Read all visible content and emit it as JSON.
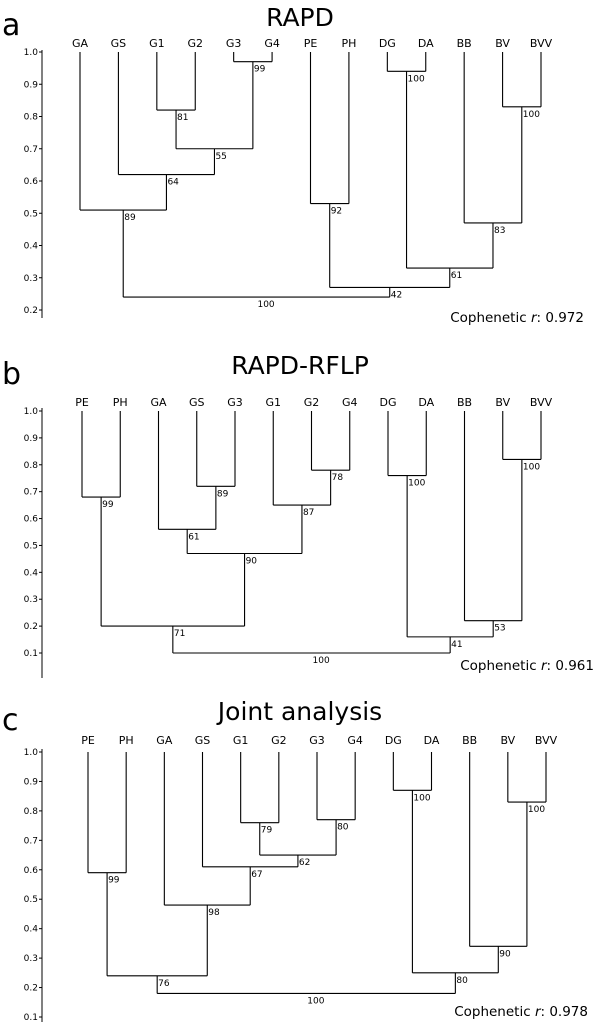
{
  "panels": [
    {
      "letter": "a",
      "title": "RAPD",
      "cophenetic_label": "Cophenetic",
      "cophenetic_r": "r",
      "cophenetic_value": ": 0.972",
      "axis_ticks": [
        "1.0",
        "0.9",
        "0.8",
        "0.7",
        "0.6",
        "0.5",
        "0.4",
        "0.3",
        "0.2"
      ],
      "tree": {
        "children": [
          {
            "children": [
              {
                "leaf": "GA"
              },
              {
                "children": [
                  {
                    "leaf": "GS"
                  },
                  {
                    "children": [
                      {
                        "children": [
                          {
                            "leaf": "G1"
                          },
                          {
                            "leaf": "G2"
                          }
                        ],
                        "h": 0.82,
                        "bs": "81"
                      },
                      {
                        "children": [
                          {
                            "leaf": "G3"
                          },
                          {
                            "leaf": "G4"
                          }
                        ],
                        "h": 0.97,
                        "bs": "99"
                      }
                    ],
                    "h": 0.7,
                    "bs": "55"
                  }
                ],
                "h": 0.62,
                "bs": "64"
              }
            ],
            "h": 0.51,
            "bs": "89"
          },
          {
            "children": [
              {
                "children": [
                  {
                    "leaf": "PE"
                  },
                  {
                    "leaf": "PH"
                  }
                ],
                "h": 0.53,
                "bs": "92"
              },
              {
                "children": [
                  {
                    "children": [
                      {
                        "leaf": "DG"
                      },
                      {
                        "leaf": "DA"
                      }
                    ],
                    "h": 0.94,
                    "bs": "100"
                  },
                  {
                    "children": [
                      {
                        "leaf": "BB"
                      },
                      {
                        "children": [
                          {
                            "leaf": "BV"
                          },
                          {
                            "leaf": "BVV"
                          }
                        ],
                        "h": 0.83,
                        "bs": "100"
                      }
                    ],
                    "h": 0.47,
                    "bs": "83"
                  }
                ],
                "h": 0.33,
                "bs": "61"
              }
            ],
            "h": 0.27,
            "bs": "42"
          }
        ],
        "h": 0.24,
        "bs": "100"
      }
    },
    {
      "letter": "b",
      "title": "RAPD-RFLP",
      "cophenetic_label": "Cophenetic",
      "cophenetic_r": "r",
      "cophenetic_value": ": 0.961",
      "axis_ticks": [
        "1.0",
        "0.9",
        "0.8",
        "0.7",
        "0.6",
        "0.5",
        "0.4",
        "0.3",
        "0.2",
        "0.1"
      ],
      "tree": {
        "children": [
          {
            "children": [
              {
                "children": [
                  {
                    "leaf": "PE"
                  },
                  {
                    "leaf": "PH"
                  }
                ],
                "h": 0.68,
                "bs": "99"
              },
              {
                "children": [
                  {
                    "children": [
                      {
                        "leaf": "GA"
                      },
                      {
                        "children": [
                          {
                            "leaf": "GS"
                          },
                          {
                            "leaf": "G3"
                          }
                        ],
                        "h": 0.72,
                        "bs": "89"
                      }
                    ],
                    "h": 0.56,
                    "bs": "61"
                  },
                  {
                    "children": [
                      {
                        "leaf": "G1"
                      },
                      {
                        "children": [
                          {
                            "leaf": "G2"
                          },
                          {
                            "leaf": "G4"
                          }
                        ],
                        "h": 0.78,
                        "bs": "78"
                      }
                    ],
                    "h": 0.65,
                    "bs": "87"
                  }
                ],
                "h": 0.47,
                "bs": "90"
              }
            ],
            "h": 0.2,
            "bs": "71"
          },
          {
            "children": [
              {
                "children": [
                  {
                    "leaf": "DG"
                  },
                  {
                    "leaf": "DA"
                  }
                ],
                "h": 0.76,
                "bs": "100"
              },
              {
                "children": [
                  {
                    "leaf": "BB"
                  },
                  {
                    "children": [
                      {
                        "leaf": "BV"
                      },
                      {
                        "leaf": "BVV"
                      }
                    ],
                    "h": 0.82,
                    "bs": "100"
                  }
                ],
                "h": 0.22,
                "bs": "53"
              }
            ],
            "h": 0.16,
            "bs": "41"
          }
        ],
        "h": 0.1,
        "bs": "100"
      }
    },
    {
      "letter": "c",
      "title": "Joint analysis",
      "cophenetic_label": "Cophenetic",
      "cophenetic_r": "r",
      "cophenetic_value": ": 0.978",
      "axis_ticks": [
        "1.0",
        "0.9",
        "0.8",
        "0.7",
        "0.6",
        "0.5",
        "0.4",
        "0.3",
        "0.2",
        "0.1"
      ],
      "tree": {
        "children": [
          {
            "children": [
              {
                "children": [
                  {
                    "leaf": "PE"
                  },
                  {
                    "leaf": "PH"
                  }
                ],
                "h": 0.59,
                "bs": "99"
              },
              {
                "children": [
                  {
                    "leaf": "GA"
                  },
                  {
                    "children": [
                      {
                        "leaf": "GS"
                      },
                      {
                        "children": [
                          {
                            "children": [
                              {
                                "leaf": "G1"
                              },
                              {
                                "leaf": "G2"
                              }
                            ],
                            "h": 0.76,
                            "bs": "79"
                          },
                          {
                            "children": [
                              {
                                "leaf": "G3"
                              },
                              {
                                "leaf": "G4"
                              }
                            ],
                            "h": 0.77,
                            "bs": "80"
                          }
                        ],
                        "h": 0.65,
                        "bs": "62"
                      }
                    ],
                    "h": 0.61,
                    "bs": "67"
                  }
                ],
                "h": 0.48,
                "bs": "98"
              }
            ],
            "h": 0.24,
            "bs": "76"
          },
          {
            "children": [
              {
                "children": [
                  {
                    "leaf": "DG"
                  },
                  {
                    "leaf": "DA"
                  }
                ],
                "h": 0.87,
                "bs": "100"
              },
              {
                "children": [
                  {
                    "leaf": "BB"
                  },
                  {
                    "children": [
                      {
                        "leaf": "BV"
                      },
                      {
                        "leaf": "BVV"
                      }
                    ],
                    "h": 0.83,
                    "bs": "100"
                  }
                ],
                "h": 0.34,
                "bs": "90"
              }
            ],
            "h": 0.25,
            "bs": "80"
          }
        ],
        "h": 0.18,
        "bs": "100"
      }
    }
  ]
}
